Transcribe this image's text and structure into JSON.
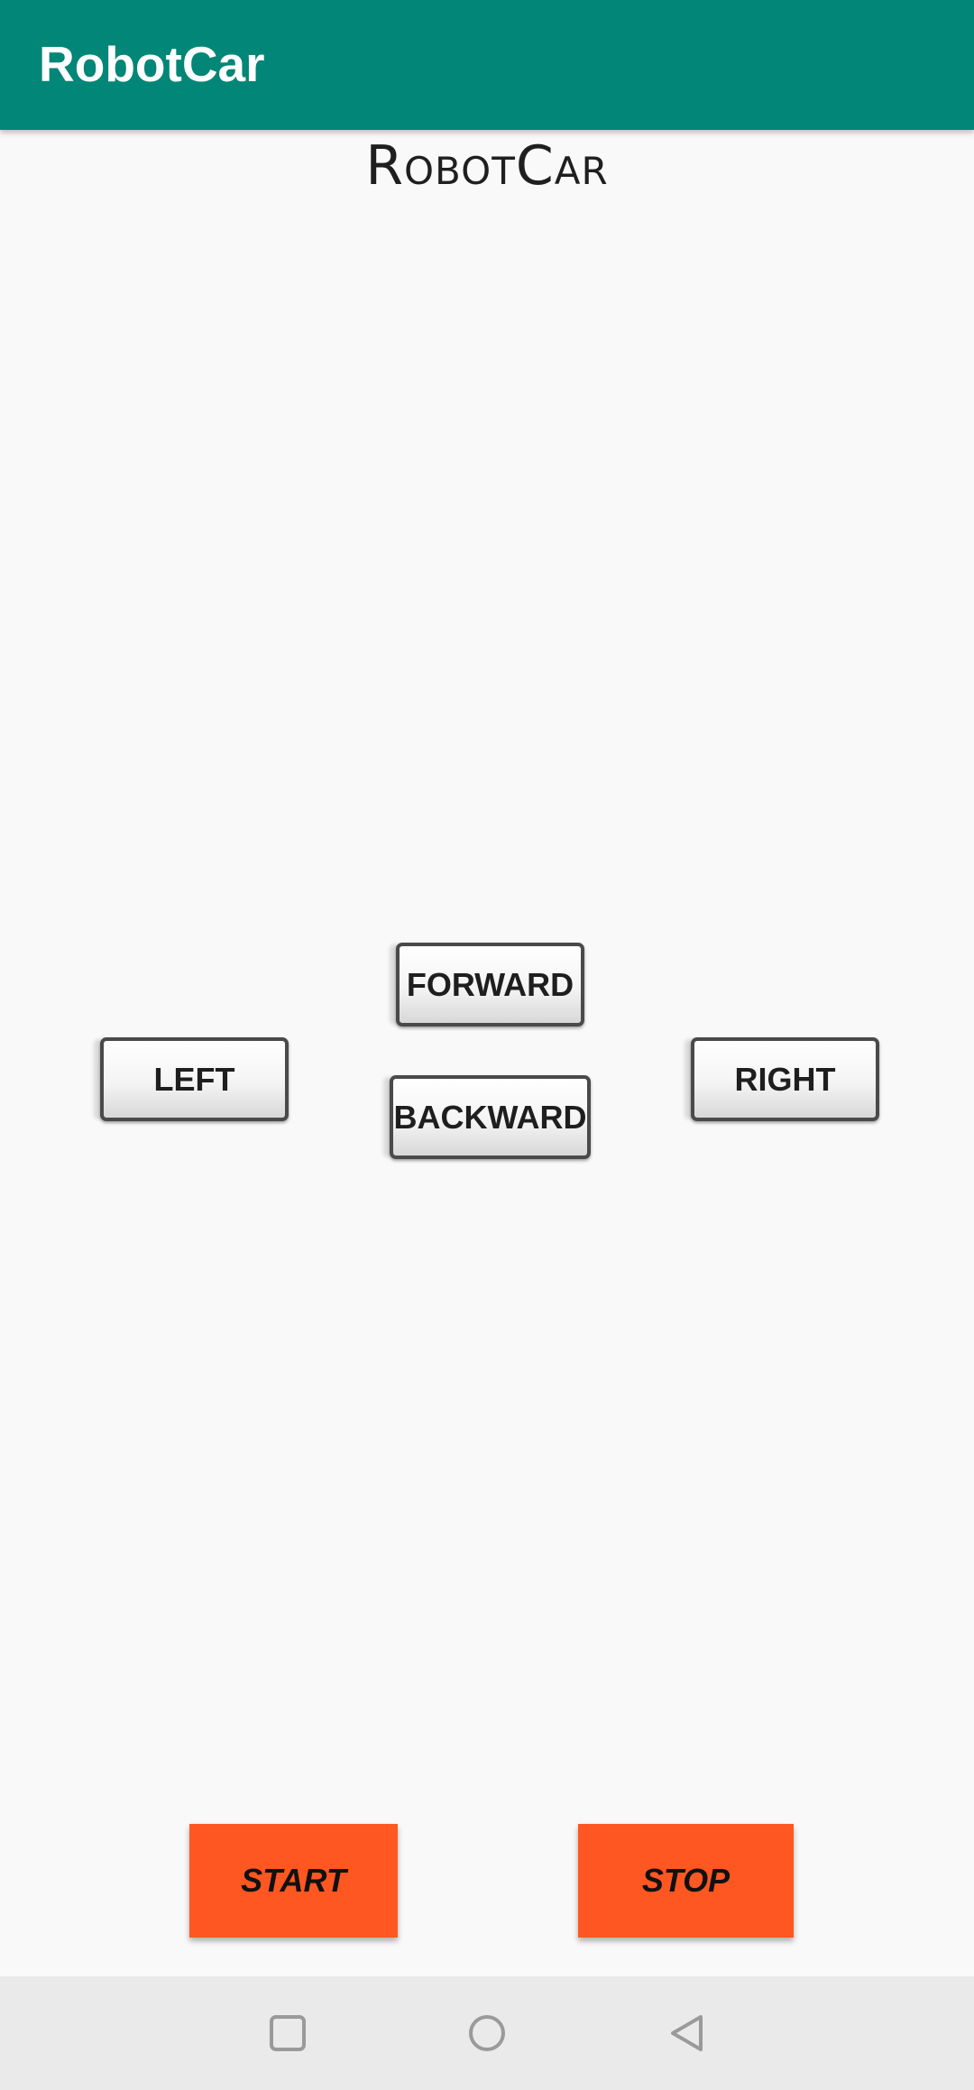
{
  "app_bar": {
    "title": "RobotCar",
    "color": "#028677"
  },
  "heading": "RobotCar",
  "controls": {
    "forward": "FORWARD",
    "backward": "BACKWARD",
    "left": "LEFT",
    "right": "RIGHT"
  },
  "actions": {
    "start": "START",
    "stop": "STOP",
    "color": "#ff5722"
  },
  "nav_bar": {
    "icons": [
      "recents-icon",
      "home-icon",
      "back-icon"
    ]
  }
}
